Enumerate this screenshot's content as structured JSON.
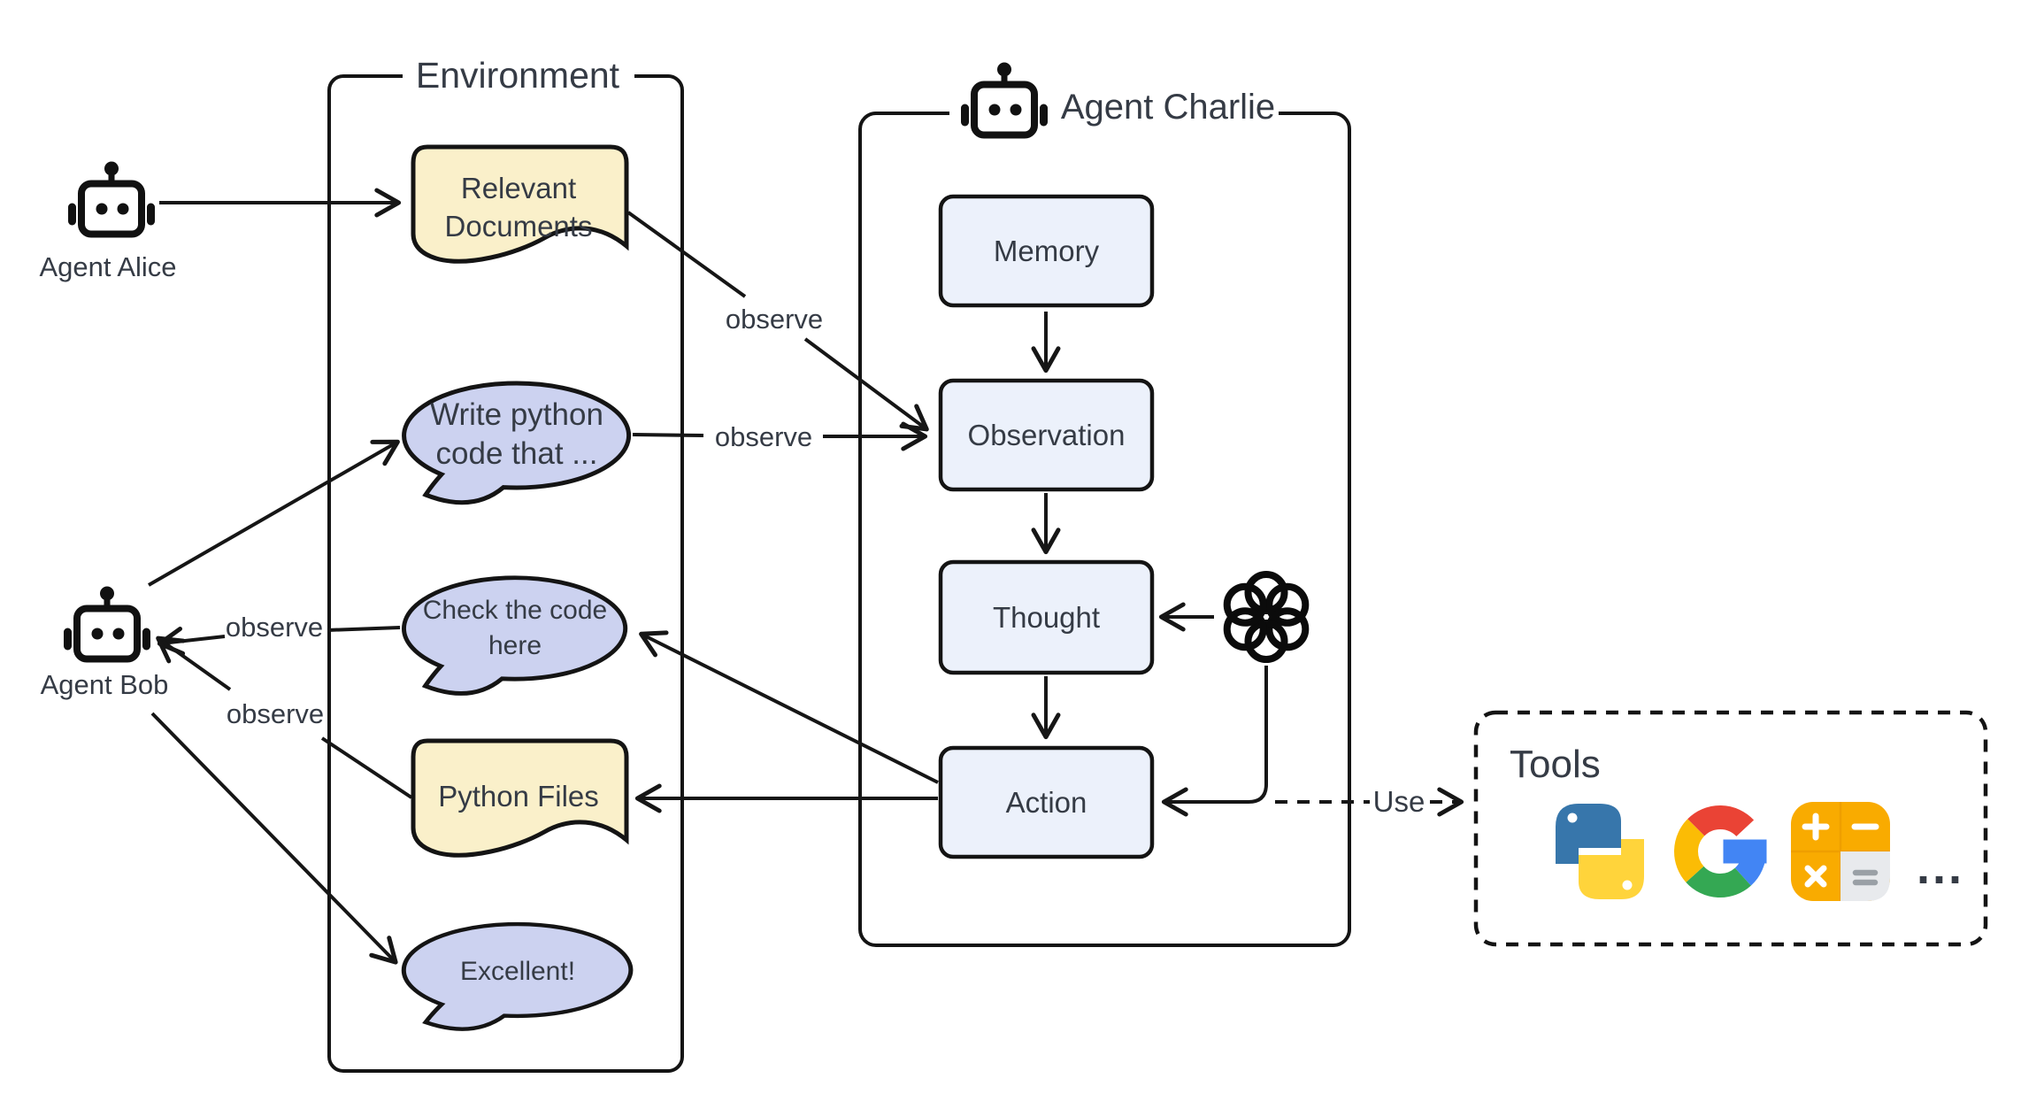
{
  "agents": {
    "alice": {
      "label": "Agent Alice"
    },
    "bob": {
      "label": "Agent Bob"
    },
    "charlie": {
      "title": "Agent Charlie"
    }
  },
  "environment": {
    "title": "Environment",
    "relevant_documents": {
      "line1": "Relevant",
      "line2": "Documents"
    },
    "python_files": {
      "label": "Python Files"
    },
    "bubble_write": {
      "line1": "Write python",
      "line2": "code that ..."
    },
    "bubble_check": {
      "line1": "Check the code",
      "line2": "here"
    },
    "bubble_excellent": {
      "line1": "Excellent!"
    }
  },
  "pipeline": {
    "boxes": [
      "Memory",
      "Observation",
      "Thought",
      "Action"
    ]
  },
  "edges": {
    "observe_doc": "observe",
    "observe_write": "observe",
    "observe_check": "observe",
    "observe_files": "observe",
    "use": "Use"
  },
  "tools": {
    "title": "Tools",
    "more": "...",
    "icon_names": [
      "python-logo",
      "google-logo",
      "calculator"
    ]
  },
  "colors": {
    "bubble_fill": "#ccd2f0",
    "box_fill": "#ecf1fb",
    "doc_fill": "#faf0ca",
    "stroke": "#141414",
    "python_blue": "#3776AB",
    "python_yellow": "#FFD43B",
    "google_blue": "#4285F4",
    "google_red": "#EA4335",
    "google_yellow": "#FBBC05",
    "google_green": "#34A853",
    "calc_orange": "#F9AB00",
    "calc_divider": "#ef9f00",
    "calc_gray": "#E8EAED",
    "calc_equals": "#9AA0A6"
  }
}
